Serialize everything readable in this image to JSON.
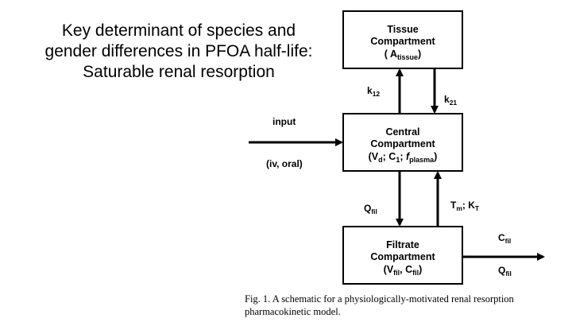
{
  "title": {
    "line1": "Key determinant of species and",
    "line2": "gender differences in PFOA half-life:",
    "line3": "Saturable renal resorption"
  },
  "diagram": {
    "tissue": {
      "line1": "Tissue",
      "line2": "Compartment",
      "amount_open": "( A",
      "amount_sub": "tissue",
      "amount_close": ")"
    },
    "central": {
      "line1": "Central",
      "line2": "Compartment",
      "p1": "(V",
      "p1_sub": "d",
      "p2": "; C",
      "p2_sub": "1",
      "p3": "; ",
      "p3_italic": "f",
      "p3_sub": "plasma",
      "p4": ")"
    },
    "filtrate": {
      "line1": "Filtrate",
      "line2": "Compartment",
      "p1": "(V",
      "p1_sub": "fil",
      "p2": ", C",
      "p2_sub": "fil",
      "p3": ")"
    },
    "labels": {
      "k12": "k",
      "k12_sub": "12",
      "k21": "k",
      "k21_sub": "21",
      "input": "input",
      "route": "(iv, oral)",
      "qfil_left": "Q",
      "qfil_left_sub": "fil",
      "tm": "T",
      "tm_sub": "m",
      "kt_sep": "; K",
      "kt_sub": "T",
      "cfil": "C",
      "cfil_sub": "fil",
      "qfil_out": "Q",
      "qfil_out_sub": "fil"
    }
  },
  "caption": {
    "line1": "Fig. 1.  A schematic for a physiologically-motivated renal resorption",
    "line2": "pharmacokinetic model."
  }
}
